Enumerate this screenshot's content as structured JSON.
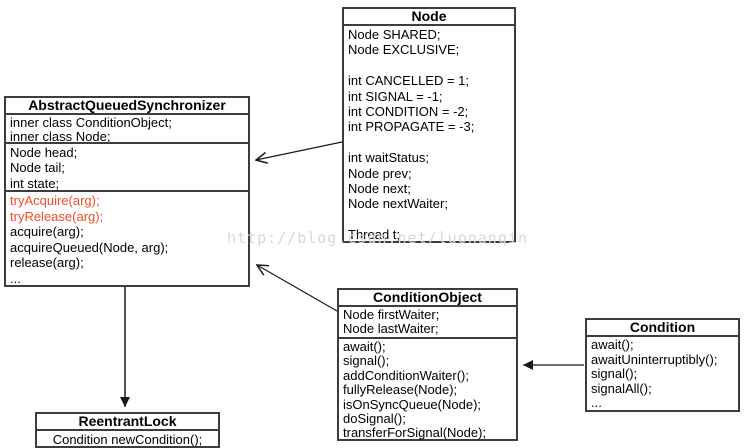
{
  "watermark": "http://blog.csdn.net/luonanqin",
  "colors": {
    "border": "#3d3d3d",
    "arrow": "#1a1a1a",
    "highlight_red": "#f14d26",
    "watermark_gray": "#d9d9d3"
  },
  "classes": {
    "node": {
      "title": "Node",
      "body": [
        "Node SHARED;",
        "Node EXCLUSIVE;",
        "",
        "int CANCELLED = 1;",
        "int SIGNAL = -1;",
        "int CONDITION = -2;",
        "int PROPAGATE = -3;",
        "",
        "int waitStatus;",
        "Node prev;",
        "Node next;",
        "Node nextWaiter;",
        "",
        "Thread t;"
      ]
    },
    "aqs": {
      "title": "AbstractQueuedSynchronizer",
      "inner_classes": [
        "inner class ConditionObject;",
        "inner class Node;"
      ],
      "fields": [
        "Node head;",
        "Node tail;",
        "int state;"
      ],
      "methods": [
        "tryAcquire(arg);",
        "tryRelease(arg);",
        "acquire(arg);",
        "acquireQueued(Node, arg);",
        "release(arg);",
        "..."
      ]
    },
    "condition_object": {
      "title": "ConditionObject",
      "fields": [
        "Node firstWaiter;",
        "Node lastWaiter;"
      ],
      "methods": [
        "await();",
        "signal();",
        "addConditionWaiter();",
        "fullyRelease(Node);",
        "isOnSyncQueue(Node);",
        "doSignal();",
        "transferForSignal(Node);"
      ]
    },
    "condition": {
      "title": "Condition",
      "methods": [
        "await();",
        "awaitUninterruptibly();",
        "signal();",
        "signalAll();",
        "..."
      ]
    },
    "reentrant_lock": {
      "title": "ReentrantLock",
      "body": [
        "Condition newCondition();"
      ]
    }
  },
  "relations": [
    {
      "from": "Node",
      "to": "AbstractQueuedSynchronizer",
      "arrowhead": "open"
    },
    {
      "from": "ConditionObject",
      "to": "AbstractQueuedSynchronizer",
      "arrowhead": "open"
    },
    {
      "from": "Condition",
      "to": "ConditionObject",
      "arrowhead": "filled"
    },
    {
      "from": "AbstractQueuedSynchronizer",
      "to": "ReentrantLock",
      "arrowhead": "filled"
    }
  ]
}
